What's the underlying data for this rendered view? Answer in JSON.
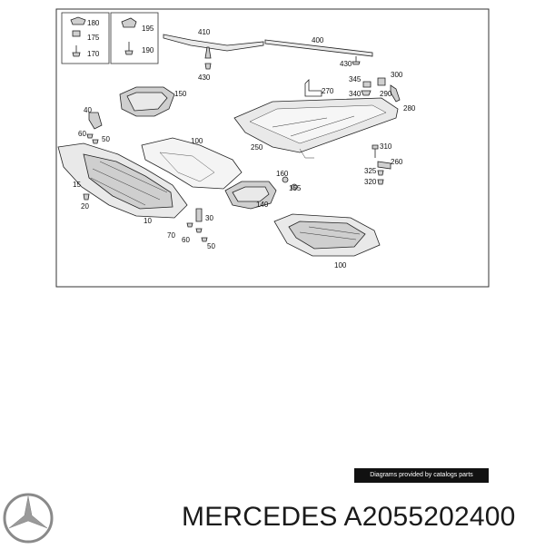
{
  "diagram": {
    "legend_top_left": [
      "180",
      "175",
      "170"
    ],
    "legend_top_right": [
      "195",
      "190"
    ],
    "labels": {
      "p410": "410",
      "p430a": "430",
      "p400": "400",
      "p430b": "430",
      "p300": "300",
      "p345": "345",
      "p290": "290",
      "p340": "340",
      "p270": "270",
      "p280": "280",
      "p150": "150",
      "p40": "40",
      "p60a": "60",
      "p50a": "50",
      "p100a": "100",
      "p250": "250",
      "p310": "310",
      "p260": "260",
      "p325": "325",
      "p320": "320",
      "p160": "160",
      "p155": "155",
      "p15": "15",
      "p20": "20",
      "p140": "140",
      "p30": "30",
      "p10": "10",
      "p70": "70",
      "p60b": "60",
      "p50b": "50",
      "p100b": "100"
    }
  },
  "credit": "Diagrams provided by catalogs parts",
  "brand": {
    "logo": "mercedes-star-logo",
    "text": "MERCEDES A2055202400"
  }
}
